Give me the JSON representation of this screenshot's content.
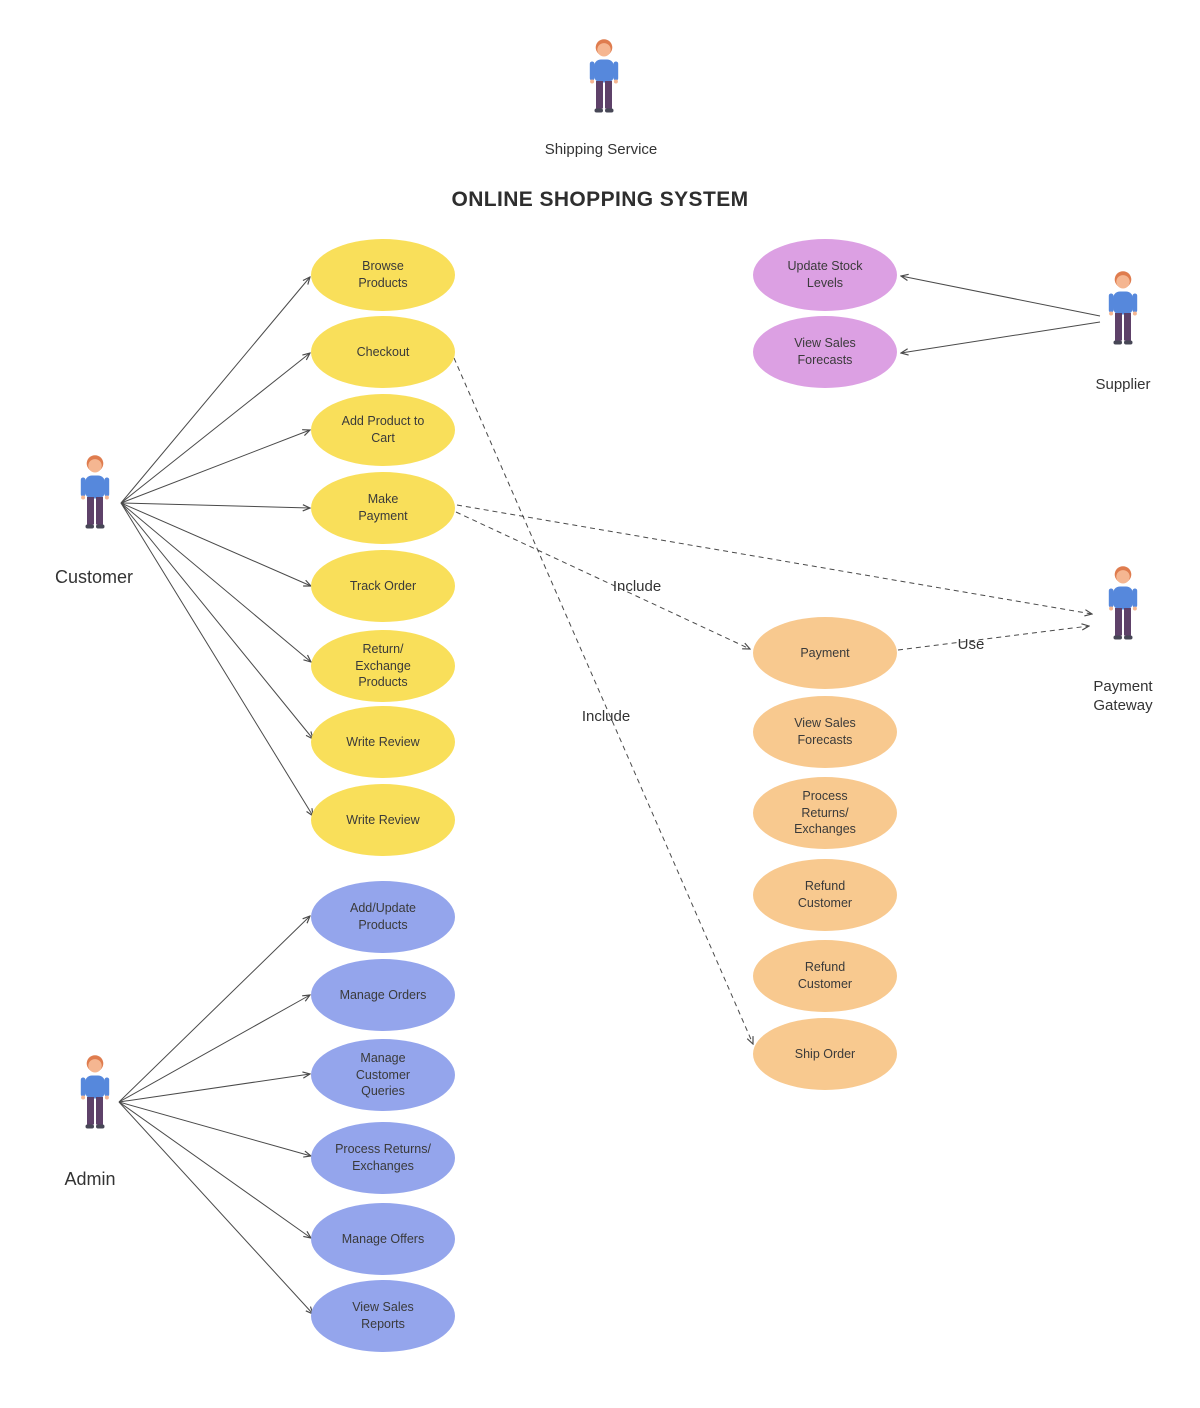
{
  "title": "ONLINE SHOPPING SYSTEM",
  "actors": {
    "shipping_service": {
      "label": "Shipping Service"
    },
    "customer": {
      "label": "Customer"
    },
    "admin": {
      "label": "Admin"
    },
    "supplier": {
      "label": "Supplier"
    },
    "payment_gateway": {
      "label": "Payment Gateway"
    }
  },
  "use_cases": {
    "customer": [
      {
        "label": "Browse Products"
      },
      {
        "label": "Checkout"
      },
      {
        "label": "Add Product to Cart"
      },
      {
        "label": "Make Payment"
      },
      {
        "label": "Track Order"
      },
      {
        "label": "Return/ Exchange Products"
      },
      {
        "label": "Write Review"
      },
      {
        "label": "Write Review"
      }
    ],
    "supplier": [
      {
        "label": "Update Stock Levels"
      },
      {
        "label": "View Sales Forecasts"
      }
    ],
    "system": [
      {
        "label": "Payment"
      },
      {
        "label": "View Sales Forecasts"
      },
      {
        "label": "Process Returns/ Exchanges"
      },
      {
        "label": "Refund Customer"
      },
      {
        "label": "Refund Customer"
      },
      {
        "label": "Ship Order"
      }
    ],
    "admin": [
      {
        "label": "Add/Update Products"
      },
      {
        "label": "Manage Orders"
      },
      {
        "label": "Manage Customer Queries"
      },
      {
        "label": "Process Returns/ Exchanges"
      },
      {
        "label": "Manage Offers"
      },
      {
        "label": "View Sales Reports"
      }
    ]
  },
  "edge_labels": {
    "include_payment": "Include",
    "include_ship_order": "Include",
    "use": "Use"
  },
  "colors": {
    "customer_use_case": "#F9DF5A",
    "supplier_use_case": "#DCA0E3",
    "system_use_case": "#F8C98F",
    "admin_use_case": "#94A5EC",
    "edge": "#4a4a4a"
  }
}
